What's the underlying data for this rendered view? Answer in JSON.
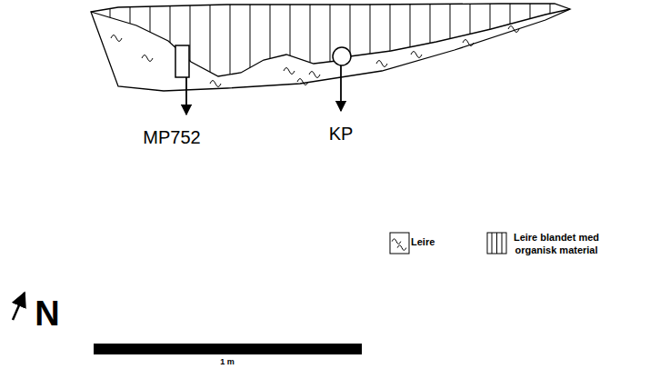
{
  "diagram": {
    "labels": [
      "MP752",
      "KP",
      "N",
      "1 m"
    ],
    "legend": [
      {
        "text": "Leire"
      },
      {
        "text": "Leire blandet med organisk material"
      }
    ]
  }
}
